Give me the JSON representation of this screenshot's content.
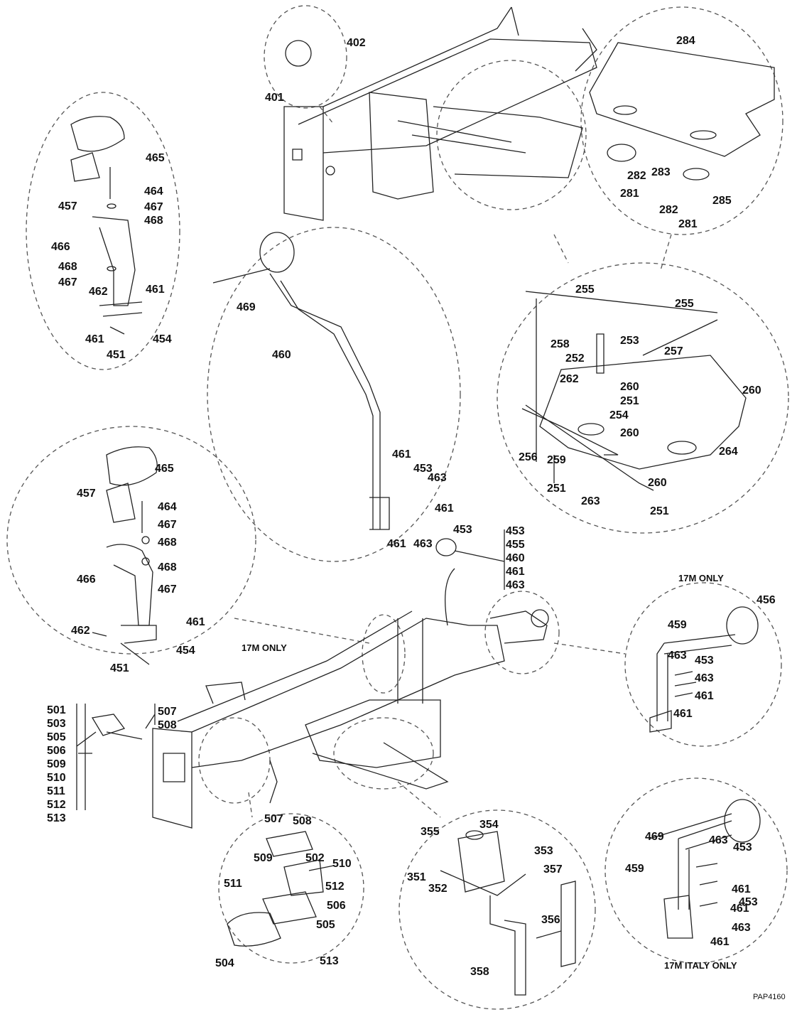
{
  "drawing_code": "PAP4160",
  "notes": {
    "only_17m_left": "17M ONLY",
    "only_17m_right": "17M ONLY",
    "italy_only": "17M ITALY ONLY"
  },
  "lists": {
    "lamp": [
      "453",
      "455",
      "460",
      "461",
      "463"
    ],
    "tail": [
      "501",
      "503",
      "505",
      "506",
      "509",
      "510",
      "511",
      "512",
      "513"
    ],
    "bracket": [
      "507",
      "508"
    ]
  },
  "callouts": [
    "402",
    "401",
    "284",
    "465",
    "457",
    "464",
    "467",
    "468",
    "466",
    "468",
    "467",
    "462",
    "461",
    "461",
    "454",
    "451",
    "469",
    "460",
    "282",
    "283",
    "281",
    "282",
    "285",
    "281",
    "255",
    "255",
    "253",
    "258",
    "252",
    "257",
    "262",
    "260",
    "260",
    "251",
    "254",
    "260",
    "256",
    "259",
    "264",
    "251",
    "263",
    "260",
    "251",
    "461",
    "453",
    "463",
    "461",
    "461",
    "463",
    "453",
    "465",
    "457",
    "464",
    "467",
    "468",
    "468",
    "466",
    "467",
    "461",
    "462",
    "454",
    "451",
    "456",
    "459",
    "463",
    "453",
    "463",
    "461",
    "461",
    "469",
    "463",
    "453",
    "459",
    "461",
    "453",
    "461",
    "463",
    "461",
    "507",
    "508",
    "502",
    "510",
    "509",
    "512",
    "511",
    "506",
    "505",
    "504",
    "513",
    "355",
    "354",
    "353",
    "351",
    "352",
    "357",
    "356",
    "358"
  ]
}
